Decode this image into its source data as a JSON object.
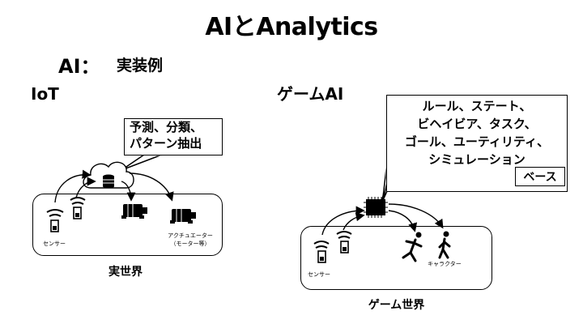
{
  "title": "AIとAnalytics",
  "subtitle": {
    "prefix": "AI：",
    "text": "実装例"
  },
  "iot": {
    "heading": "IoT",
    "callout_lines": [
      "予測、分類、",
      "パターン抽出"
    ],
    "sensor_label": "センサー",
    "actuator_label_lines": [
      "アクチュエーター",
      "（モーター等）"
    ],
    "world_label": "実世界",
    "icons": [
      "wifi-sensor-icon",
      "cloud-database-icon",
      "motor-icon"
    ]
  },
  "game": {
    "heading": "ゲームAI",
    "callout_lines": [
      "ルール、ステート、",
      "ビヘイビア、タスク、",
      "ゴール、ユーティリティ、",
      "シミュレーション"
    ],
    "base_badge": "ベース",
    "sensor_label": "センサー",
    "character_label": "キャラクター",
    "world_label": "ゲーム世界",
    "icons": [
      "wifi-sensor-icon",
      "cpu-chip-icon",
      "running-figure-icon",
      "walking-figure-icon"
    ]
  }
}
